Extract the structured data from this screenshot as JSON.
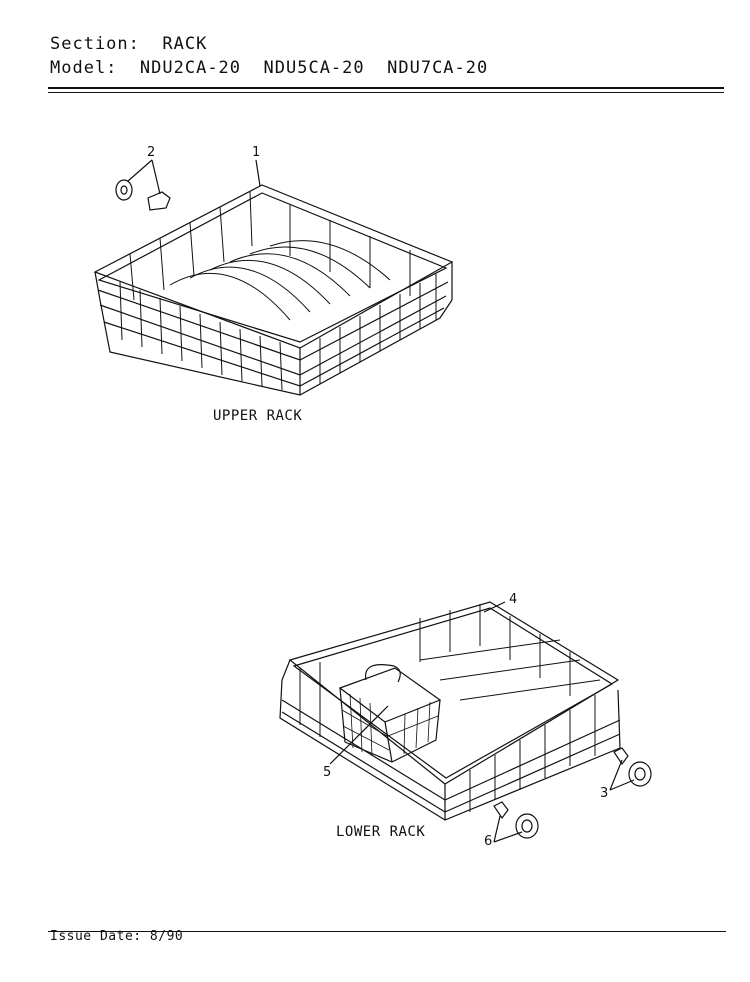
{
  "header": {
    "section_label": "Section:",
    "section_value": "RACK",
    "model_label": "Model:",
    "models": [
      "NDU2CA-20",
      "NDU5CA-20",
      "NDU7CA-20"
    ]
  },
  "captions": {
    "upper": "UPPER RACK",
    "lower": "LOWER RACK"
  },
  "callouts": [
    "1",
    "2",
    "3",
    "4",
    "5",
    "6"
  ],
  "footer": {
    "issue_label": "Issue Date:",
    "issue_value": "8/90"
  }
}
